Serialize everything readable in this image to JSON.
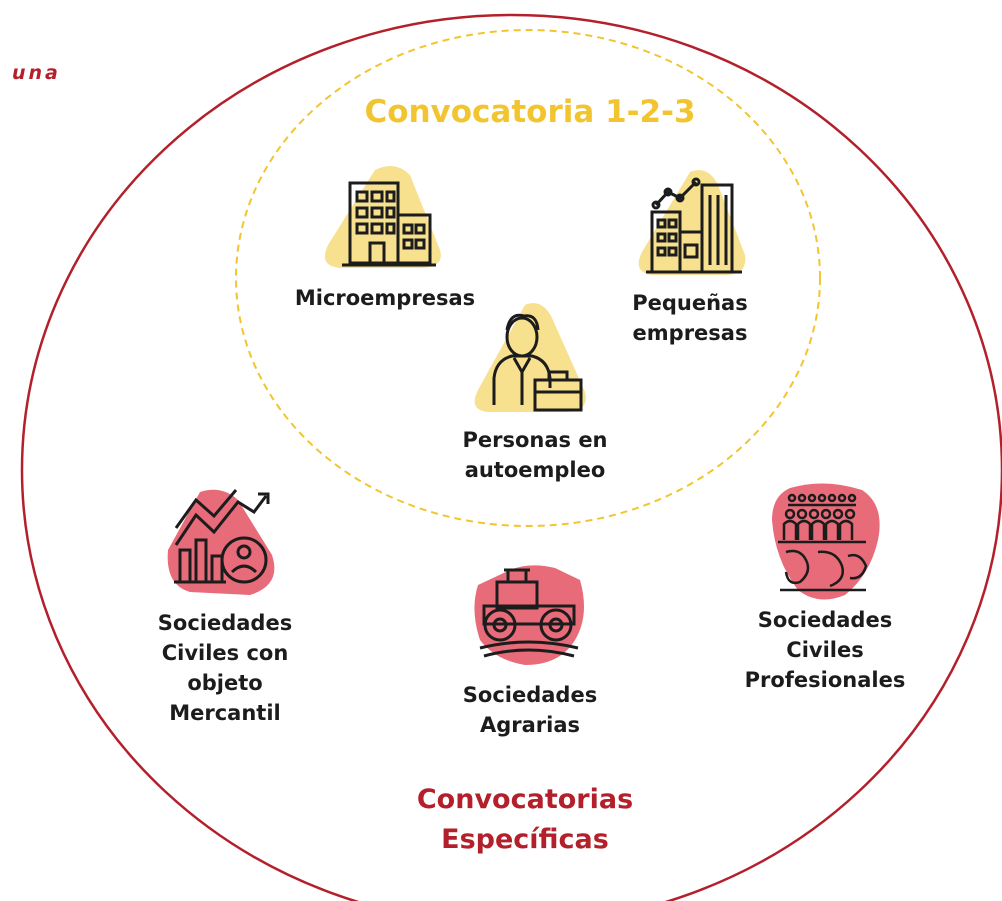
{
  "corner_text": "una",
  "colors": {
    "inner_accent": "#f2c530",
    "inner_blob": "#f7e08e",
    "outer_accent": "#b3202b",
    "outer_blob": "#e86b7a",
    "icon_stroke": "#1c1c1c"
  },
  "inner_group": {
    "title": "Convocatoria 1-2-3",
    "items": [
      {
        "label": "Microempresas",
        "icon": "office-building-icon"
      },
      {
        "label": "Pequeñas\nempresas",
        "icon": "city-buildings-growth-icon"
      },
      {
        "label": "Personas en\nautoempleo",
        "icon": "businessman-briefcase-icon"
      }
    ]
  },
  "outer_group": {
    "title": "Convocatorias\nEspecíficas",
    "items": [
      {
        "label": "Sociedades\nCiviles con\nobjeto\nMercantil",
        "icon": "growth-chart-person-icon"
      },
      {
        "label": "Sociedades\nAgrarias",
        "icon": "tractor-icon"
      },
      {
        "label": "Sociedades\nCiviles\nProfesionales",
        "icon": "people-group-map-icon"
      }
    ]
  }
}
